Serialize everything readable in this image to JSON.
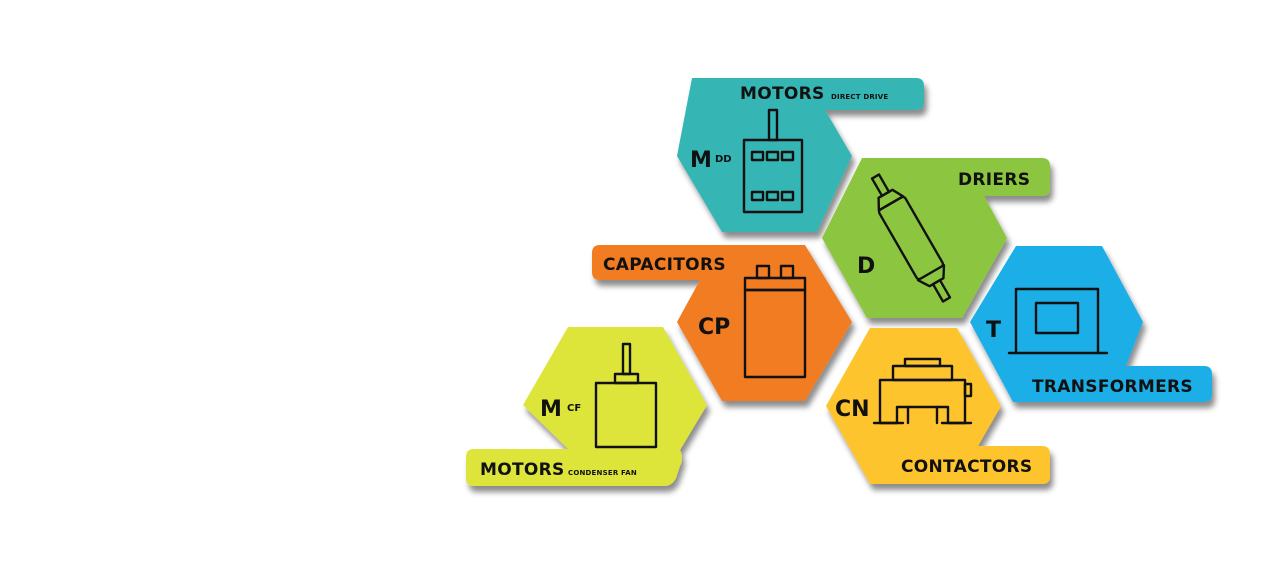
{
  "categories": [
    {
      "id": "motors-direct-drive",
      "color": "#35b6b4",
      "label": "MOTORS",
      "sublabel": "DIRECT DRIVE",
      "code": "M",
      "code_sub": "DD",
      "icon": "direct-drive-motor-icon"
    },
    {
      "id": "driers",
      "color": "#8cc63f",
      "label": "DRIERS",
      "code": "D",
      "icon": "filter-drier-icon"
    },
    {
      "id": "capacitors",
      "color": "#f17c22",
      "label": "CAPACITORS",
      "code": "CP",
      "icon": "capacitor-icon"
    },
    {
      "id": "transformers",
      "color": "#1daee6",
      "label": "TRANSFORMERS",
      "code": "T",
      "icon": "transformer-icon"
    },
    {
      "id": "motors-condenser-fan",
      "color": "#dde53a",
      "label": "MOTORS",
      "sublabel": "CONDENSER FAN",
      "code": "M",
      "code_sub": "CF",
      "icon": "condenser-fan-motor-icon"
    },
    {
      "id": "contactors",
      "color": "#fec42d",
      "label": "CONTACTORS",
      "code": "CN",
      "icon": "contactor-icon"
    }
  ]
}
